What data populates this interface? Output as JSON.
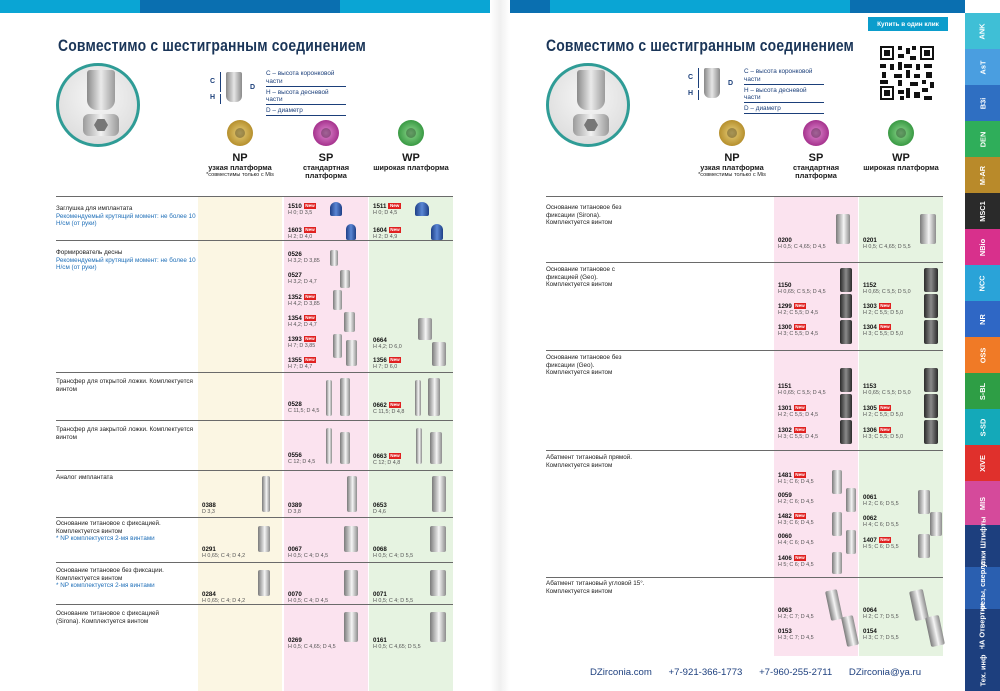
{
  "title_left": "Совместимо с шестигранным соединением",
  "title_right": "Совместимо с шестигранным соединением",
  "diagram": {
    "c": "C",
    "h": "H",
    "d": "D"
  },
  "legend": [
    "C – высота коронковой части",
    "H – высота десневой части",
    "D – диаметр"
  ],
  "platforms": [
    {
      "code": "NP",
      "name": "узкая платформа",
      "note": "*совместимы только с Mis",
      "color": "#c2a24a"
    },
    {
      "code": "SP",
      "name": "стандартная платформа",
      "note": "",
      "color": "#b3419a"
    },
    {
      "code": "WP",
      "name": "широкая платформа",
      "note": "",
      "color": "#3f9a4a"
    }
  ],
  "new_label": "New",
  "buy_button": "Купить в один клик",
  "left_rows": [
    {
      "label": "Заглушка для имплантата",
      "blue": "Рекомендуемый крутящий момент: не более 10 Н/см (от руки)"
    },
    {
      "label": "Формирователь десны",
      "blue": "Рекомендуемый крутящий момент: не более 10 Н/см (от руки)"
    },
    {
      "label": "Трансфер для открытой ложки. Комплектуется винтом",
      "blue": ""
    },
    {
      "label": "Трансфер для закрытой ложки. Комплектуется винтом",
      "blue": ""
    },
    {
      "label": "Аналог имплантата",
      "blue": ""
    },
    {
      "label": "Основание титановое с фиксацией. Комплектуется винтом",
      "blue": "* NP комплектуется 2-мя винтами"
    },
    {
      "label": "Основание титановое без фиксации. Комплектуется винтом",
      "blue": "* NP комплектуется 2-мя винтами"
    },
    {
      "label": "Основание титановое с фиксацией (Sirona). Комплектуется винтом",
      "blue": ""
    }
  ],
  "left_parts": {
    "sp": [
      {
        "num": "1510",
        "new": true,
        "dim": "H 0; D 3,5"
      },
      {
        "num": "1603",
        "new": true,
        "dim": "H 2; D 4,0"
      },
      {
        "num": "0526",
        "new": false,
        "dim": "H 3,2; D 3,85"
      },
      {
        "num": "0527",
        "new": false,
        "dim": "H 3,2; D 4,7"
      },
      {
        "num": "1352",
        "new": true,
        "dim": "H 4,2; D 3,85"
      },
      {
        "num": "1354",
        "new": true,
        "dim": "H 4,2; D 4,7"
      },
      {
        "num": "1393",
        "new": true,
        "dim": "H 7; D 3,85"
      },
      {
        "num": "1355",
        "new": true,
        "dim": "H 7; D 4,7"
      },
      {
        "num": "0528",
        "new": false,
        "dim": "C 11,5; D 4,5"
      },
      {
        "num": "0556",
        "new": false,
        "dim": "C 12; D 4,5"
      },
      {
        "num": "0389",
        "new": false,
        "dim": "D 3,8"
      },
      {
        "num": "0067",
        "new": false,
        "dim": "H 0,5; C 4; D 4,5"
      },
      {
        "num": "0070",
        "new": false,
        "dim": "H 0,5; C 4; D 4,5"
      },
      {
        "num": "0269",
        "new": false,
        "dim": "H 0,5; C 4,65; D 4,5"
      }
    ],
    "wp": [
      {
        "num": "1511",
        "new": true,
        "dim": "H 0; D 4,5"
      },
      {
        "num": "1604",
        "new": true,
        "dim": "H 2; D 4,9"
      },
      {
        "num": "0664",
        "new": false,
        "dim": "H 4,2; D 6,0"
      },
      {
        "num": "1356",
        "new": true,
        "dim": "H 7; D 6,0"
      },
      {
        "num": "0662",
        "new": true,
        "dim": "C 11,5; D 4,8"
      },
      {
        "num": "0663",
        "new": true,
        "dim": "C 12; D 4,8"
      },
      {
        "num": "0653",
        "new": false,
        "dim": "D 4,6"
      },
      {
        "num": "0068",
        "new": false,
        "dim": "H 0,5; C 4; D 5,5"
      },
      {
        "num": "0071",
        "new": false,
        "dim": "H 0,5; C 4; D 5,5"
      },
      {
        "num": "0161",
        "new": false,
        "dim": "H 0,5; C 4,65; D 5,5"
      }
    ],
    "np": [
      {
        "num": "0388",
        "new": false,
        "dim": "D 3,3"
      },
      {
        "num": "0291",
        "new": false,
        "dim": "H 0,65; C 4; D 4,2"
      },
      {
        "num": "0284",
        "new": false,
        "dim": "H 0,65; C 4; D 4,2"
      }
    ]
  },
  "right_rows": [
    {
      "label": "Основание титановое без фиксации (Sirona). Комплектуется винтом"
    },
    {
      "label": "Основание титановое с фиксацией (Geo). Комплектуется винтом"
    },
    {
      "label": "Основание титановое без фиксации (Geo). Комплектуется винтом"
    },
    {
      "label": "Абатмент титановый прямой. Комплектуется винтом"
    },
    {
      "label": "Абатмент титановый угловой 15°. Комплектуется винтом"
    }
  ],
  "right_parts": {
    "sp": [
      {
        "num": "0200",
        "new": false,
        "dim": "H 0,5; C 4,65; D 4,5"
      },
      {
        "num": "1150",
        "new": false,
        "dim": "H 0,65; C 5,5; D 4,5"
      },
      {
        "num": "1299",
        "new": true,
        "dim": "H 2; C 5,5; D 4,5"
      },
      {
        "num": "1300",
        "new": true,
        "dim": "H 3; C 5,5; D 4,5"
      },
      {
        "num": "1151",
        "new": false,
        "dim": "H 0,65; C 5,5; D 4,5"
      },
      {
        "num": "1301",
        "new": true,
        "dim": "H 2; C 5,5; D 4,5"
      },
      {
        "num": "1302",
        "new": true,
        "dim": "H 3; C 5,5; D 4,5"
      },
      {
        "num": "1481",
        "new": true,
        "dim": "H 1; C 6; D 4,5"
      },
      {
        "num": "0059",
        "new": false,
        "dim": "H 2; C 6; D 4,5"
      },
      {
        "num": "1482",
        "new": true,
        "dim": "H 3; C 6; D 4,5"
      },
      {
        "num": "0060",
        "new": false,
        "dim": "H 4; C 6; D 4,5"
      },
      {
        "num": "1406",
        "new": true,
        "dim": "H 5; C 6; D 4,5"
      },
      {
        "num": "0063",
        "new": false,
        "dim": "H 2; C 7; D 4,5"
      },
      {
        "num": "0153",
        "new": false,
        "dim": "H 3; C 7; D 4,5"
      }
    ],
    "wp": [
      {
        "num": "0201",
        "new": false,
        "dim": "H 0,5; C 4,65; D 5,5"
      },
      {
        "num": "1152",
        "new": false,
        "dim": "H 0,65; C 5,5; D 5,0"
      },
      {
        "num": "1303",
        "new": true,
        "dim": "H 2; C 5,5; D 5,0"
      },
      {
        "num": "1304",
        "new": true,
        "dim": "H 3; C 5,5; D 5,0"
      },
      {
        "num": "1153",
        "new": false,
        "dim": "H 0,65; C 5,5; D 5,0"
      },
      {
        "num": "1305",
        "new": true,
        "dim": "H 2; C 5,5; D 5,0"
      },
      {
        "num": "1306",
        "new": true,
        "dim": "H 3; C 5,5; D 5,0"
      },
      {
        "num": "0061",
        "new": false,
        "dim": "H 2; C 6; D 5,5"
      },
      {
        "num": "0062",
        "new": false,
        "dim": "H 4; C 6; D 5,5"
      },
      {
        "num": "1407",
        "new": true,
        "dim": "H 5; C 6; D 5,5"
      },
      {
        "num": "0064",
        "new": false,
        "dim": "H 2; C 7; D 5,5"
      },
      {
        "num": "0154",
        "new": false,
        "dim": "H 3; C 7; D 5,5"
      }
    ]
  },
  "side_tabs": [
    {
      "label": "ANK",
      "color": "#3fbfd6"
    },
    {
      "label": "AsT",
      "color": "#4a9ee0"
    },
    {
      "label": "B3i",
      "color": "#2f6fc2"
    },
    {
      "label": "DEN",
      "color": "#2fae5a"
    },
    {
      "label": "M-AR",
      "color": "#b98a2a"
    },
    {
      "label": "MSC1",
      "color": "#2a2a2a"
    },
    {
      "label": "NBio",
      "color": "#d8308c"
    },
    {
      "label": "NCC",
      "color": "#2aa3d8"
    },
    {
      "label": "NR",
      "color": "#2f67c5"
    },
    {
      "label": "OSS",
      "color": "#f07a26"
    },
    {
      "label": "S-BL",
      "color": "#2e9e45"
    },
    {
      "label": "S-SD",
      "color": "#14a9b9"
    },
    {
      "label": "XIVE",
      "color": "#e0302c"
    },
    {
      "label": "MIS",
      "color": "#d54a9b"
    },
    {
      "label": "Втулки Штифты",
      "color": "#1d3f7e"
    },
    {
      "label": "Фрезы, сверла",
      "color": "#2a5fb0"
    },
    {
      "label": "ИНА Отвертки",
      "color": "#1d3f7e"
    },
    {
      "label": "Тех. инф",
      "color": "#1d3f7e"
    }
  ],
  "footer": {
    "site": "DZirconia.com",
    "phone1": "+7-921-366-1773",
    "phone2": "+7-960-255-2711",
    "email": "DZirconia@ya.ru"
  }
}
